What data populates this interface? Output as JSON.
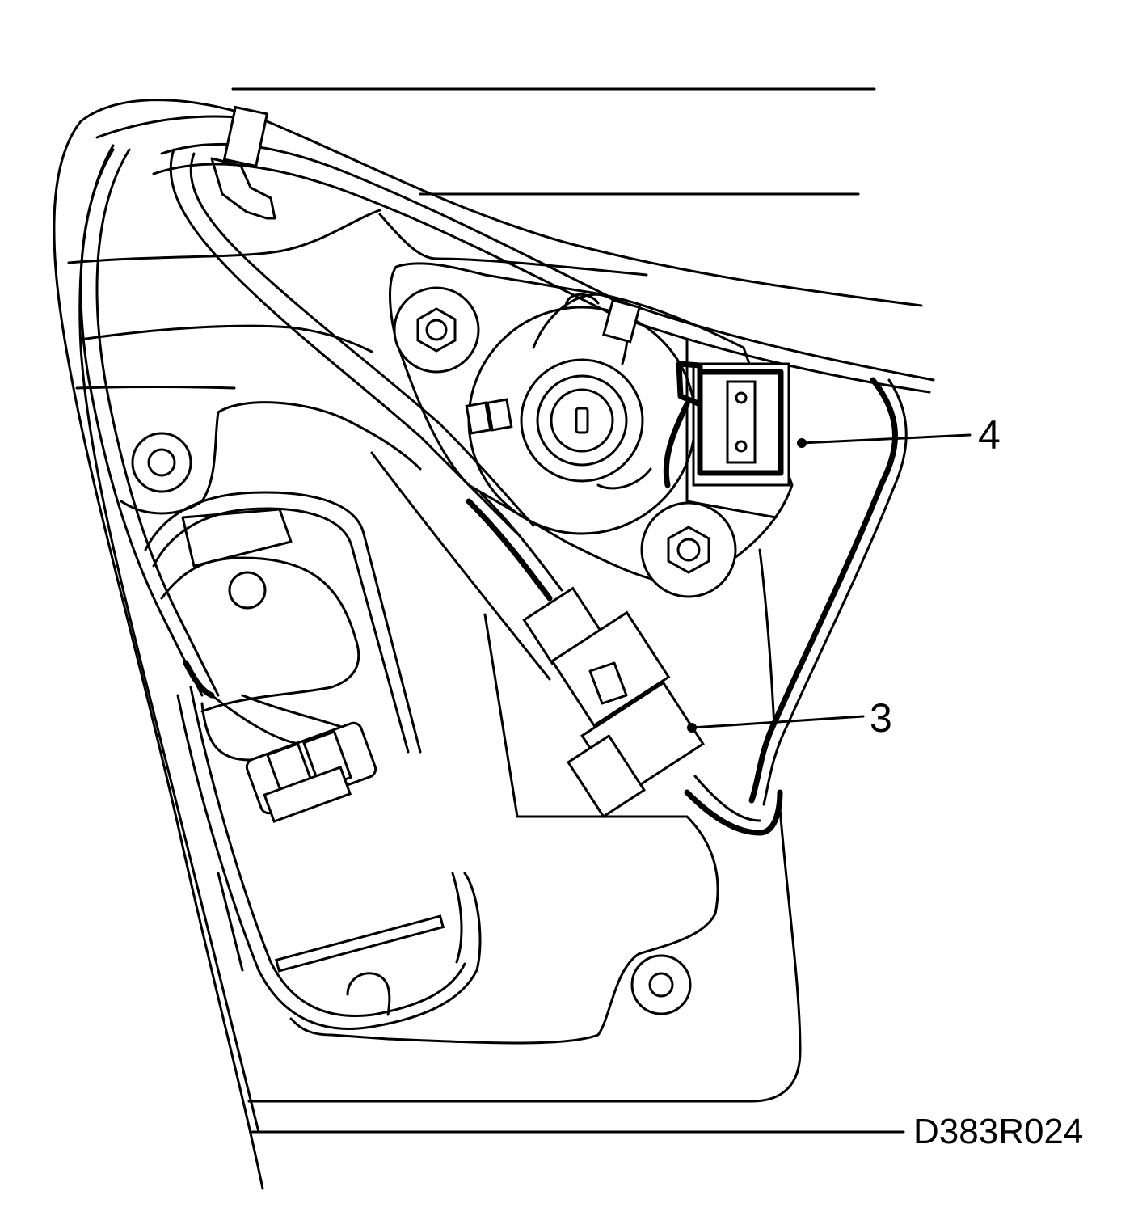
{
  "figure": {
    "reference_code": "D383R024"
  },
  "callouts": [
    {
      "id": "callout-4",
      "label": "4"
    },
    {
      "id": "callout-3",
      "label": "3"
    }
  ],
  "colors": {
    "ink": "#000000",
    "paper": "#ffffff"
  }
}
